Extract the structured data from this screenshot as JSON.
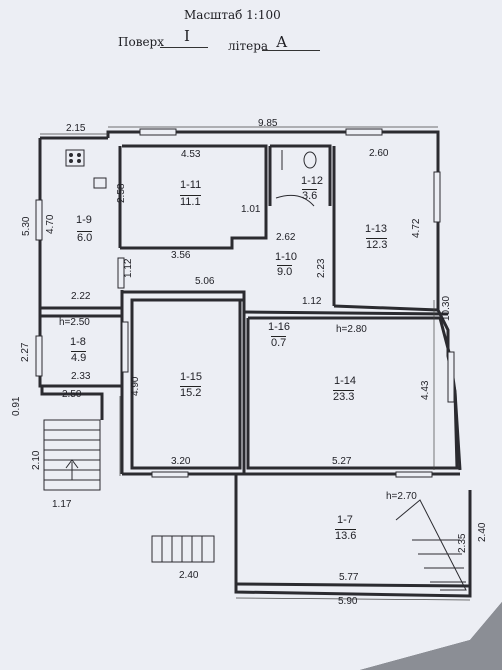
{
  "header": {
    "scale": "Масштаб 1:100",
    "floor_label": "Поверх",
    "floor_value": "I",
    "litera_label": "літера",
    "litera_value": "А"
  },
  "rooms": [
    {
      "id": "1-9",
      "area": "6.0"
    },
    {
      "id": "1-11",
      "area": "11.1"
    },
    {
      "id": "1-12",
      "area": "3.6"
    },
    {
      "id": "1-13",
      "area": "12.3"
    },
    {
      "id": "1-10",
      "area": "9.0"
    },
    {
      "id": "1-8",
      "area": "4.9"
    },
    {
      "id": "1-16",
      "area": "0.7"
    },
    {
      "id": "1-15",
      "area": "15.2"
    },
    {
      "id": "1-14",
      "area": "23.3"
    },
    {
      "id": "1-7",
      "area": "13.6"
    }
  ],
  "dimensions": {
    "d_2_15": "2.15",
    "d_9_85": "9.85",
    "d_4_53": "4.53",
    "d_2_60": "2.60",
    "d_5_30": "5.30",
    "d_4_70": "4.70",
    "d_2_58": "2.58",
    "d_4_72": "4.72",
    "d_1_01": "1.01",
    "d_2_62": "2.62",
    "d_3_56": "3.56",
    "d_1_12a": "1.12",
    "d_2_23": "2.23",
    "d_5_06": "5.06",
    "d_2_22": "2.22",
    "d_1_12b": "1.12",
    "d_10_30": "10.30",
    "d_2_27": "2.27",
    "d_2_33": "2.33",
    "d_2_50": "2.50",
    "d_4_90": "4.90",
    "d_4_43": "4.43",
    "d_0_91": "0.91",
    "d_2_10": "2.10",
    "d_3_20": "3.20",
    "d_5_27": "5.27",
    "d_1_17": "1.17",
    "d_2_35": "2.35",
    "d_2_40a": "2.40",
    "d_2_40b": "2.40",
    "d_5_77": "5.77",
    "d_5_90": "5.90"
  },
  "heights": {
    "h1": "h=2.50",
    "h2": "h=2.80",
    "h3": "h=2.70"
  }
}
